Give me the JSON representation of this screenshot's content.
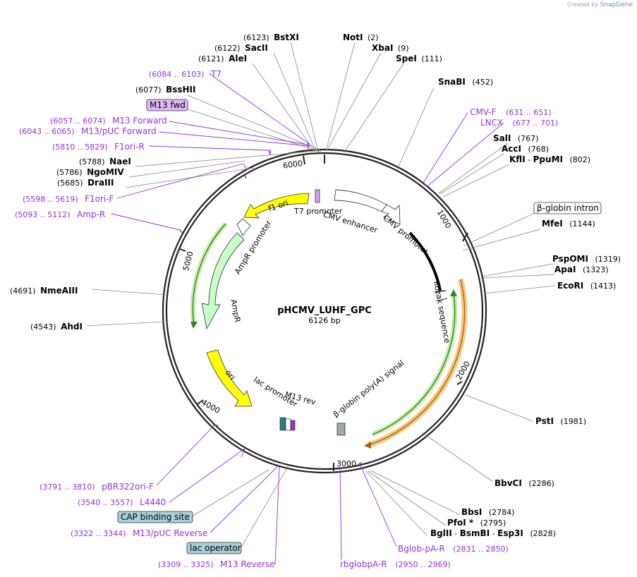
{
  "credit": {
    "prefix": "Created by",
    "brand": "SnapGene"
  },
  "plasmid": {
    "name": "pHCMV_LUHF_GPC",
    "length": "6126 bp"
  },
  "colors": {
    "primer": "#9a30d8",
    "line": "#888888",
    "backbone": "#222222",
    "feature_yellow": "#ffff00",
    "feature_green": "#c8ffc8",
    "promoter": "#ffffff",
    "primer_green": "#6ab04c",
    "primer_orange": "#f0a030",
    "lac_op": "#a8d0d8"
  },
  "ticks": [
    {
      "label": "1000"
    },
    {
      "label": "2000"
    },
    {
      "label": "3000"
    },
    {
      "label": "4000"
    },
    {
      "label": "5000"
    },
    {
      "label": "6000"
    }
  ],
  "enzymes": [
    {
      "name": "BstXI",
      "pos": "(6123)"
    },
    {
      "name": "SacII",
      "pos": "(6122)"
    },
    {
      "name": "AleI",
      "pos": "(6121)"
    },
    {
      "name": "NotI",
      "pos": "(2)"
    },
    {
      "name": "XbaI",
      "pos": "(9)"
    },
    {
      "name": "SpeI",
      "pos": "(111)"
    },
    {
      "name": "SnaBI",
      "pos": "(452)"
    },
    {
      "name": "BssHII",
      "pos": "(6077)"
    },
    {
      "name": "SalI",
      "pos": "(767)"
    },
    {
      "name": "AccI",
      "pos": "(768)"
    },
    {
      "name": "KflI",
      "name2": "PpuMI",
      "pos": "(802)"
    },
    {
      "name": "NaeI",
      "pos": "(5788)"
    },
    {
      "name": "NgoMIV",
      "pos": "(5786)"
    },
    {
      "name": "DraIII",
      "pos": "(5685)"
    },
    {
      "name": "MfeI",
      "pos": "(1144)"
    },
    {
      "name": "PspOMI",
      "pos": "(1319)"
    },
    {
      "name": "ApaI",
      "pos": "(1323)"
    },
    {
      "name": "EcoRI",
      "pos": "(1413)"
    },
    {
      "name": "NmeAIII",
      "pos": "(4691)"
    },
    {
      "name": "AhdI",
      "pos": "(4543)"
    },
    {
      "name": "PstI",
      "pos": "(1981)"
    },
    {
      "name": "BbvCI",
      "pos": "(2286)"
    },
    {
      "name": "BbsI",
      "pos": "(2784)"
    },
    {
      "name": "PfoI *",
      "pos": "(2795)"
    },
    {
      "name": "BglII",
      "name2": "BsmBI",
      "name3": "Esp3I",
      "pos": "(2828)"
    }
  ],
  "primers": [
    {
      "name": "T7",
      "range": "(6084 .. 6103)"
    },
    {
      "name": "M13 Forward",
      "range": "(6057 .. 6074)"
    },
    {
      "name": "M13/pUC Forward",
      "range": "(6043 .. 6065)"
    },
    {
      "name": "F1ori-R",
      "range": "(5810 .. 5829)"
    },
    {
      "name": "F1ori-F",
      "range": "(5598 .. 5619)"
    },
    {
      "name": "Amp-R",
      "range": "(5093 .. 5112)"
    },
    {
      "name": "CMV-F",
      "range": "(631 .. 651)"
    },
    {
      "name": "LNCX",
      "range": "(677 .. 701)"
    },
    {
      "name": "pBR322ori-F",
      "range": "(3791 .. 3810)"
    },
    {
      "name": "L4440",
      "range": "(3540 .. 3557)"
    },
    {
      "name": "M13/pUC Reverse",
      "range": "(3322 .. 3344)"
    },
    {
      "name": "M13 Reverse",
      "range": "(3309 .. 3325)"
    },
    {
      "name": "rbglobpA-R",
      "range": "(2950 .. 2969)"
    },
    {
      "name": "Bglob-pA-R",
      "range": "(2831 .. 2850)"
    }
  ],
  "boxed_labels": {
    "m13fwd": "M13 fwd",
    "bglobin_intron": "β-globin intron",
    "cap_site": "CAP binding site",
    "lac_operator": "lac operator"
  },
  "features": {
    "f1ori": "f1 ori",
    "t7": "T7 promoter",
    "cmv_enh": "CMV enhancer",
    "cmv_prom": "CMV promoter",
    "ampr_prom": "AmpR promoter",
    "ampr": "AmpR",
    "kozak": "Kozak sequence",
    "ori": "ori",
    "lac_prom": "lac promoter",
    "m13rev": "M13 rev",
    "polya": "β-globin poly(A) signal"
  }
}
